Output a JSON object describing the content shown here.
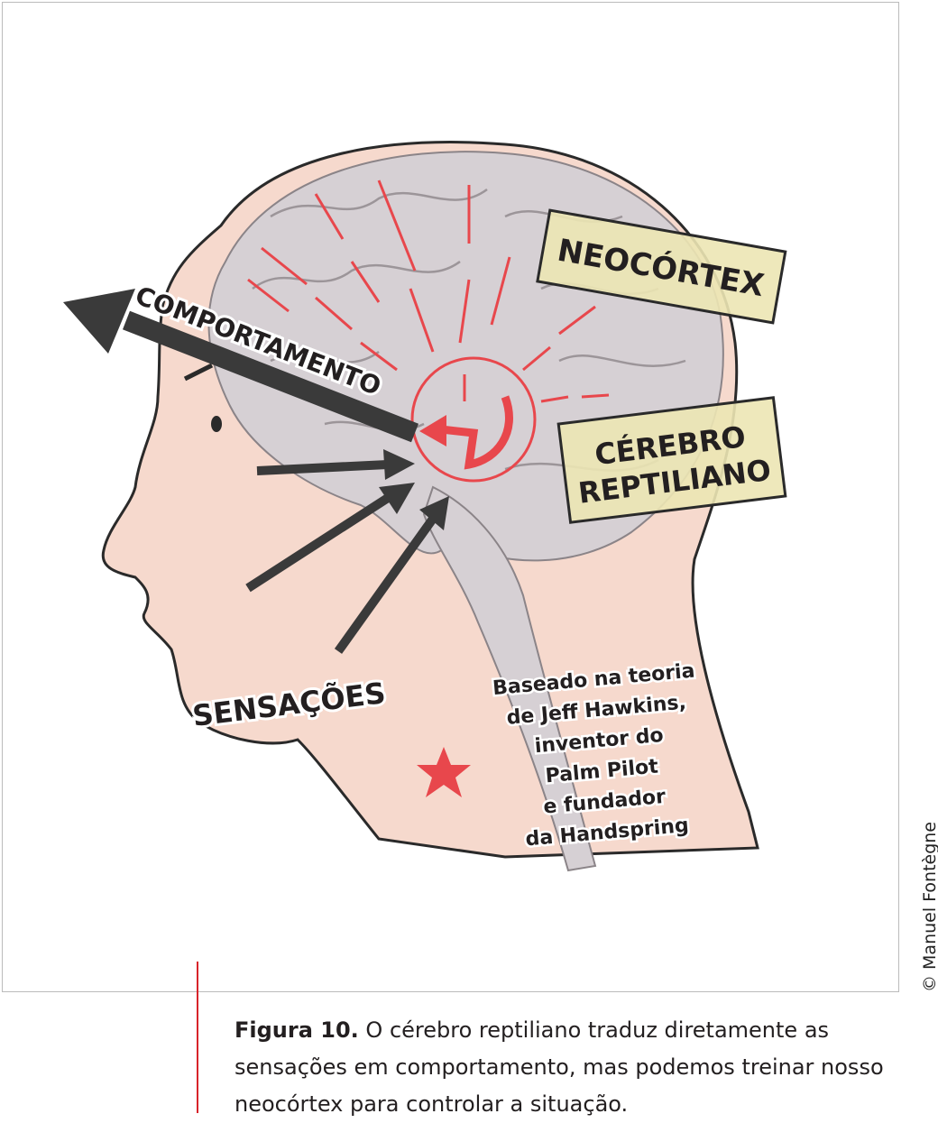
{
  "figure": {
    "labels": {
      "neocortex": "NEOCÓRTEX",
      "reptilian_line1": "CÉREBRO",
      "reptilian_line2": "REPTILIANO",
      "behavior": "COMPORTAMENTO",
      "sensations": "SENSAÇÕES",
      "note_lines": [
        "Baseado na teoria",
        "de Jeff Hawkins,",
        "inventor do",
        "Palm Pilot",
        "e fundador",
        "da Handspring"
      ]
    },
    "colors": {
      "skin": "#f6d9cd",
      "brain": "#d6d0d4",
      "arrow_red": "#e8474c",
      "label_box": "#ece6b4",
      "dark_arrow": "#3a3a3a"
    }
  },
  "credit": "© Manuel Fontègne",
  "caption": {
    "bold": "Figura 10.",
    "text": " O cérebro reptiliano traduz diretamente as sensações em comportamento, mas podemos treinar nosso neocórtex para controlar a situação."
  }
}
